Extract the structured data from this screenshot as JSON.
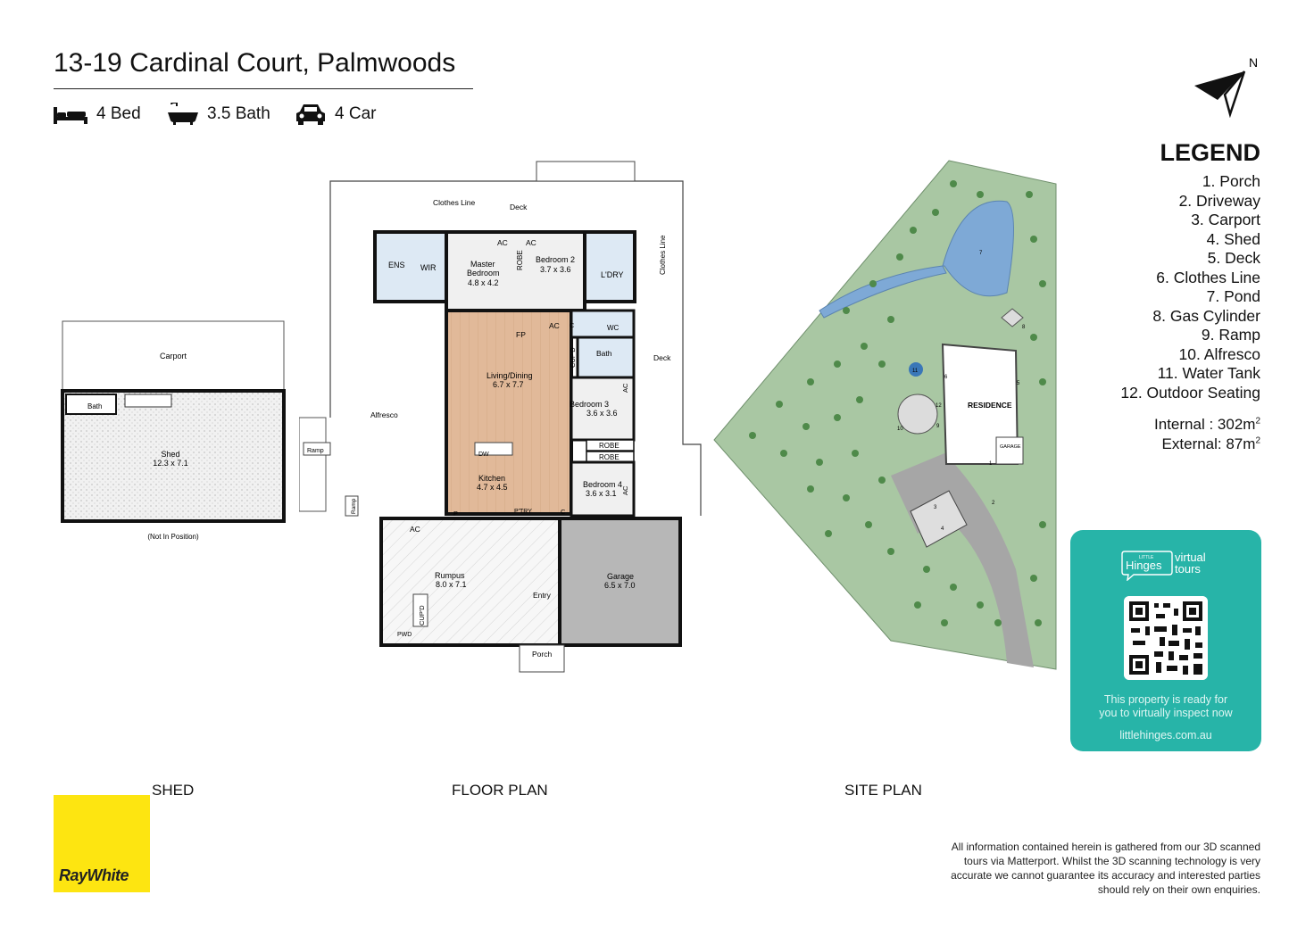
{
  "header": {
    "title": "13-19 Cardinal Court, Palmwoods",
    "beds": "4 Bed",
    "baths": "3.5 Bath",
    "cars": "4 Car"
  },
  "compass": {
    "north_label": "N"
  },
  "legend": {
    "title": "LEGEND",
    "items": [
      "1. Porch",
      "2. Driveway",
      "3. Carport",
      "4. Shed",
      "5. Deck",
      "6. Clothes Line",
      "7. Pond",
      "8. Gas Cylinder",
      "9. Ramp",
      "10. Alfresco",
      "11. Water Tank",
      "12. Outdoor Seating"
    ],
    "internal_label": "Internal : 302m",
    "external_label": "External:   87m",
    "sup": "2"
  },
  "shed_plan": {
    "carport": "Carport",
    "bath": "Bath",
    "shed_name": "Shed",
    "shed_dims": "12.3 x 7.1",
    "note": "(Not In Position)"
  },
  "floor_plan": {
    "clothes_line": "Clothes Line",
    "deck_top": "Deck",
    "deck_right": "Deck",
    "clothes_line_side": "Clothes Line",
    "ens": "ENS",
    "wir": "WIR",
    "master_name": "Master",
    "master_name2": "Bedroom",
    "master_dims": "4.8 x 4.2",
    "ac1": "AC",
    "ac2": "AC",
    "ac3": "AC",
    "ac4": "AC",
    "ac5": "AC",
    "ac6": "AC",
    "robe_v": "ROBE",
    "bed2_name": "Bedroom 2",
    "bed2_dims": "3.7 x 3.6",
    "ldry": "L'DRY",
    "fp": "FP",
    "wc": "WC",
    "c1": "C",
    "c2": "C",
    "cupd1": "CUP'D",
    "bath": "Bath",
    "living_name": "Living/Dining",
    "living_dims": "6.7 x 7.7",
    "alfresco": "Alfresco",
    "bed3_name": "Bedroom 3",
    "bed3_dims": "3.6 x 3.6",
    "robe1": "ROBE",
    "robe2": "ROBE",
    "ramp1": "Ramp",
    "ramp2": "Ramp",
    "dw": "DW",
    "kitchen_name": "Kitchen",
    "kitchen_dims": "4.7 x 4.5",
    "bed4_name": "Bedroom 4",
    "bed4_dims": "3.6 x 3.1",
    "p": "P",
    "ptry": "P'TRY",
    "rumpus_name": "Rumpus",
    "rumpus_dims": "8.0 x 7.1",
    "cupd2": "CUP'D",
    "pwd": "PWD",
    "entry": "Entry",
    "garage_name": "Garage",
    "garage_dims": "6.5 x 7.0",
    "porch": "Porch"
  },
  "site_plan": {
    "residence": "RESIDENCE",
    "garage": "GARAGE",
    "markers": [
      "1",
      "2",
      "3",
      "4",
      "5",
      "6",
      "7",
      "8",
      "9",
      "10",
      "11",
      "12"
    ]
  },
  "sections": {
    "shed": "SHED",
    "floor": "FLOOR PLAN",
    "site": "SITE PLAN"
  },
  "virtual_tour": {
    "brand_small": "LITTLE",
    "brand": "Hinges",
    "virtual": "virtual",
    "tours": "tours",
    "line1": "This property is ready for",
    "line2": "you to virtually inspect now",
    "url": "littlehinges.com.au"
  },
  "agency": {
    "logo_text": "RayWhite"
  },
  "disclaimer": "All information contained herein is gathered from our 3D scanned tours via Matterport. Whilst the 3D scanning technology is very accurate we cannot guarantee its accuracy and interested parties should rely on their own enquiries.",
  "colors": {
    "accent_teal": "#27b4a8",
    "brand_yellow": "#fde511",
    "site_green": "#a9c7a3",
    "pond_blue": "#7ea9d6",
    "timber": "#e1b999",
    "garage_grey": "#b7b7b7"
  }
}
